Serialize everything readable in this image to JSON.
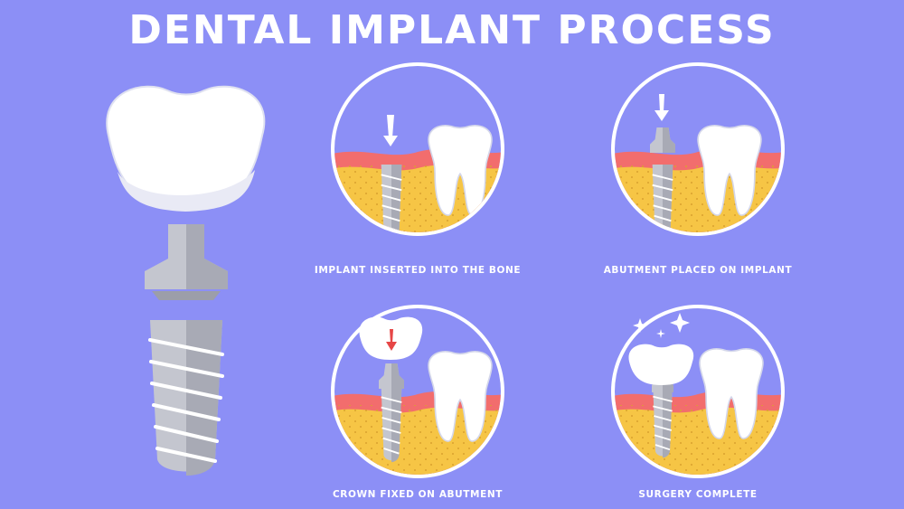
{
  "title": "DENTAL IMPLANT PROCESS",
  "steps": [
    {
      "label": "IMPLANT INSERTED INTO THE BONE"
    },
    {
      "label": "ABUTMENT PLACED ON IMPLANT"
    },
    {
      "label": "CROWN FIXED ON ABUTMENT"
    },
    {
      "label": "SURGERY COMPLETE"
    }
  ],
  "colors": {
    "background": "#8c8ff6",
    "bone": "#f6c545",
    "gum": "#f26d6d",
    "tooth": "#ffffff",
    "metal": "#b7b9c3",
    "arrow": "#e64646"
  },
  "icons": [
    "crown-icon",
    "abutment-icon",
    "implant-screw-icon",
    "tooth-icon",
    "arrow-down-icon",
    "sparkle-icon"
  ]
}
